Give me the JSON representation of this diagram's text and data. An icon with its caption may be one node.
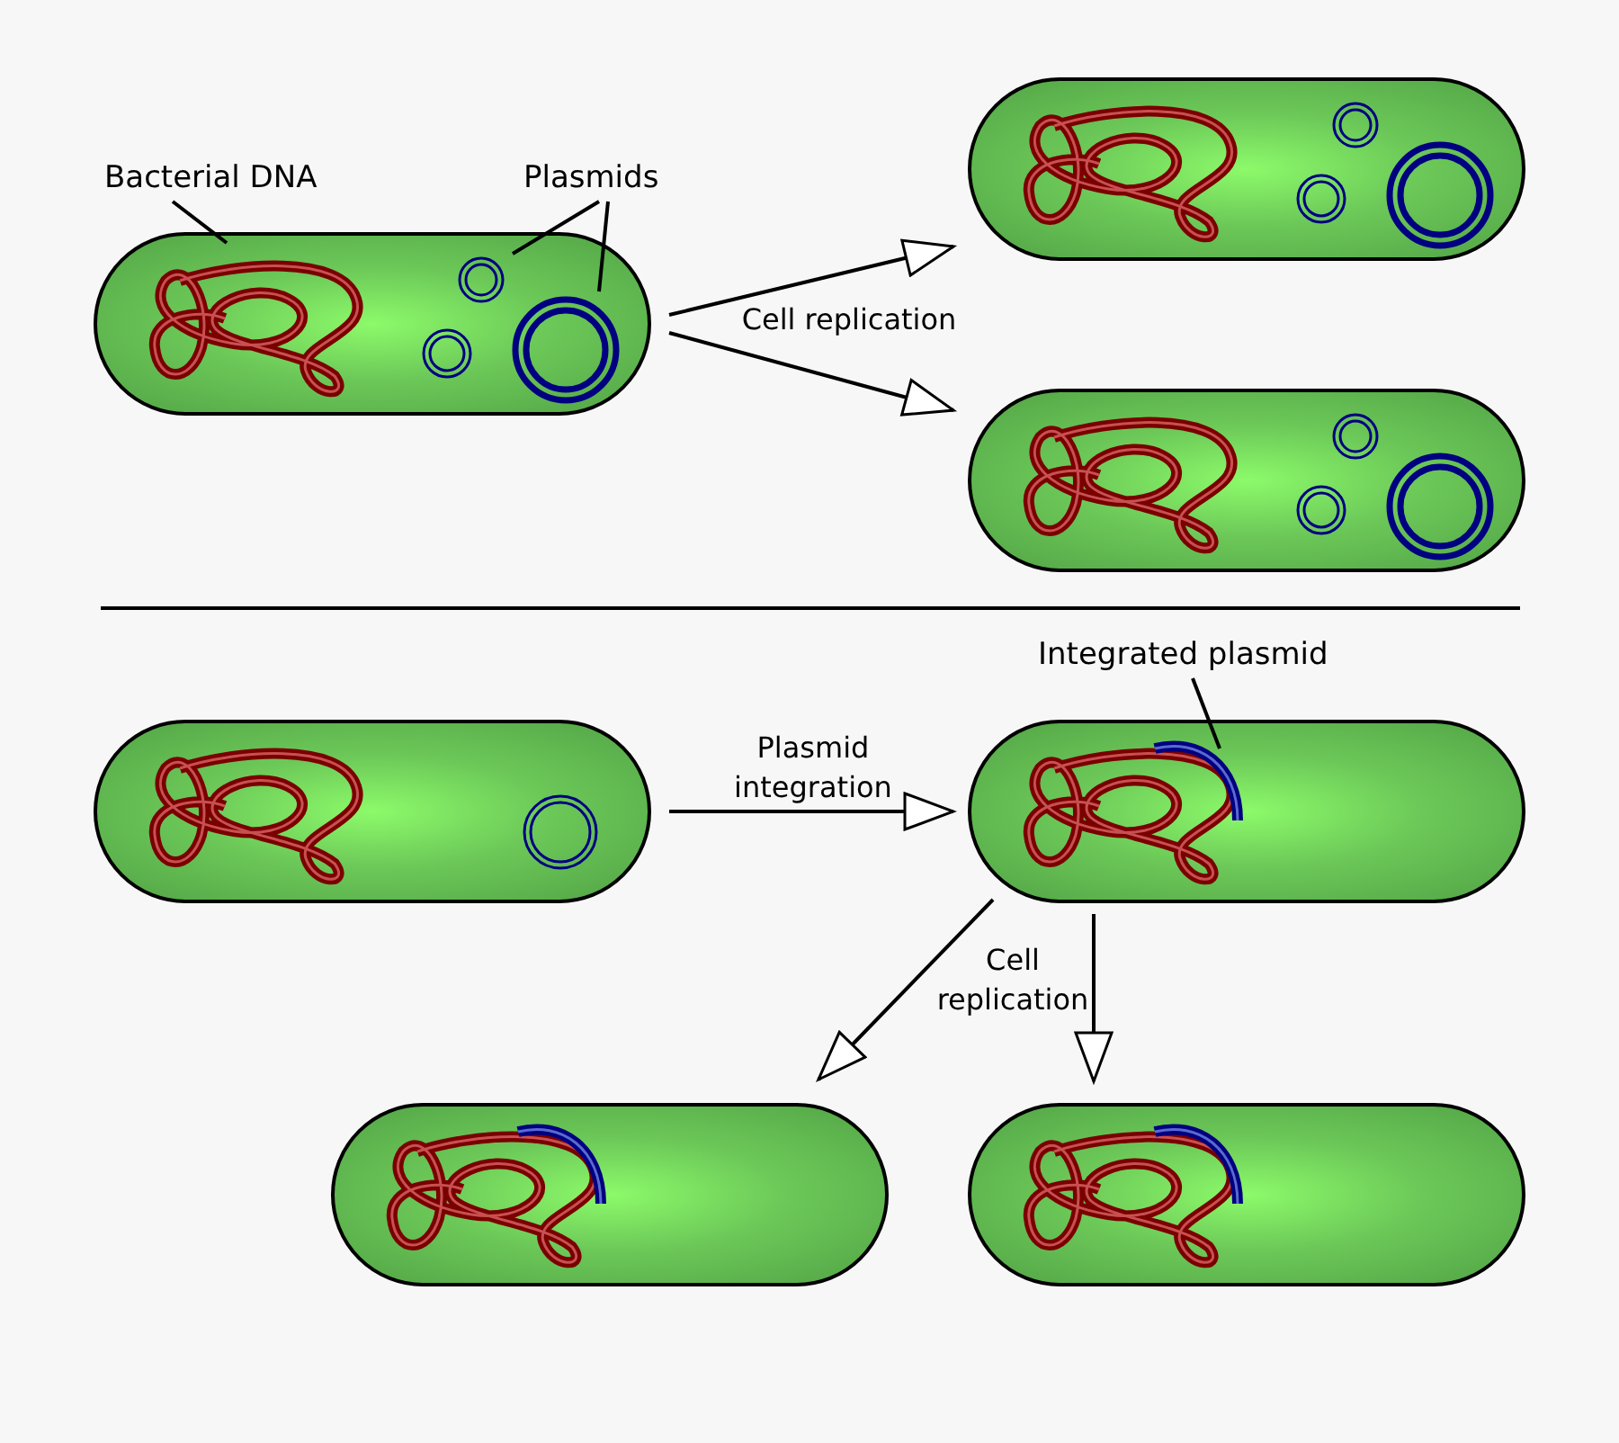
{
  "diagram": {
    "nodes": [
      {
        "text": [],
        "shape": "picture"
      },
      {
        "text": [
          "Bacterial DNA"
        ]
      },
      {
        "text": [],
        "shape": "picture",
        "in": 0
      },
      {
        "text": [
          "Plasmids"
        ]
      },
      {
        "text": [],
        "shape": "circle",
        "in": 0
      },
      {
        "text": [],
        "shape": "circle",
        "in": 0
      },
      {
        "text": [],
        "shape": "picture"
      },
      {
        "text": [],
        "shape": "picture"
      },
      {
        "text": [],
        "shape": "picture"
      },
      {
        "text": [],
        "shape": "picture"
      },
      {
        "text": [
          "Integrated plasmid"
        ]
      },
      {
        "text": [],
        "shape": "picture",
        "in": 9
      },
      {
        "text": [],
        "shape": "picture"
      },
      {
        "text": [],
        "shape": "picture"
      }
    ],
    "edges": [
      {
        "from": 1,
        "to": 2,
        "arrow": "none"
      },
      {
        "from": 3,
        "to": 4,
        "arrow": "none"
      },
      {
        "from": 3,
        "to": 5,
        "arrow": "none"
      },
      {
        "from": 0,
        "to": 6,
        "arrow": "to",
        "label": "Cell replication"
      },
      {
        "from": 0,
        "to": 7,
        "arrow": "to"
      },
      {
        "from": 8,
        "to": 9,
        "arrow": "to",
        "label": "Plasmid integration"
      },
      {
        "from": 10,
        "to": 11,
        "arrow": "none"
      },
      {
        "from": 9,
        "to": 12,
        "arrow": "to",
        "label": "Cell replication"
      },
      {
        "from": 9,
        "to": 13,
        "arrow": "to"
      }
    ]
  }
}
